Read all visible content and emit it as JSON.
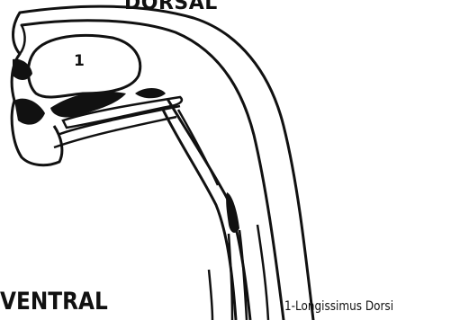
{
  "labels": {
    "top": "DORSAL",
    "bottom": "VENTRAL",
    "muscle_number": "1"
  },
  "legend": {
    "text": "1-Longissimus Dorsi"
  },
  "colors": {
    "outline": "#111111",
    "fill_dark": "#111111",
    "background": "#ffffff"
  }
}
